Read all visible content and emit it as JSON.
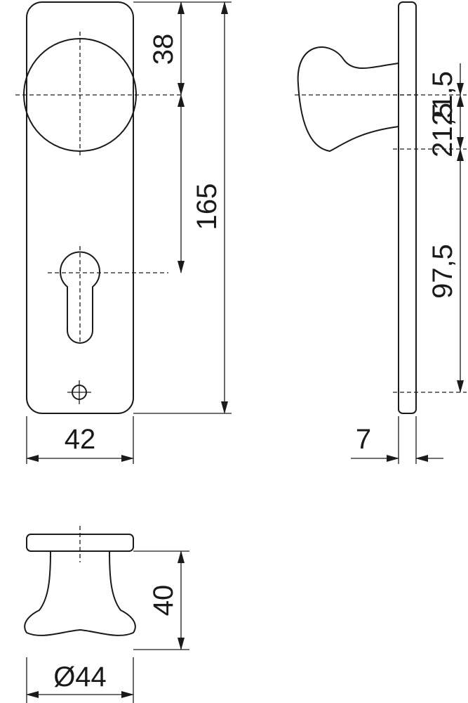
{
  "drawing": {
    "front_view": {
      "dim_rose_offset": "38",
      "dim_plate_height": "165",
      "dim_plate_width": "42"
    },
    "side_view": {
      "dim_upper": "21,5",
      "dim_middle": "21,5",
      "dim_lower": "97,5",
      "dim_thickness": "7"
    },
    "knob_view": {
      "dim_height": "40",
      "dim_diameter": "Ø44"
    }
  }
}
